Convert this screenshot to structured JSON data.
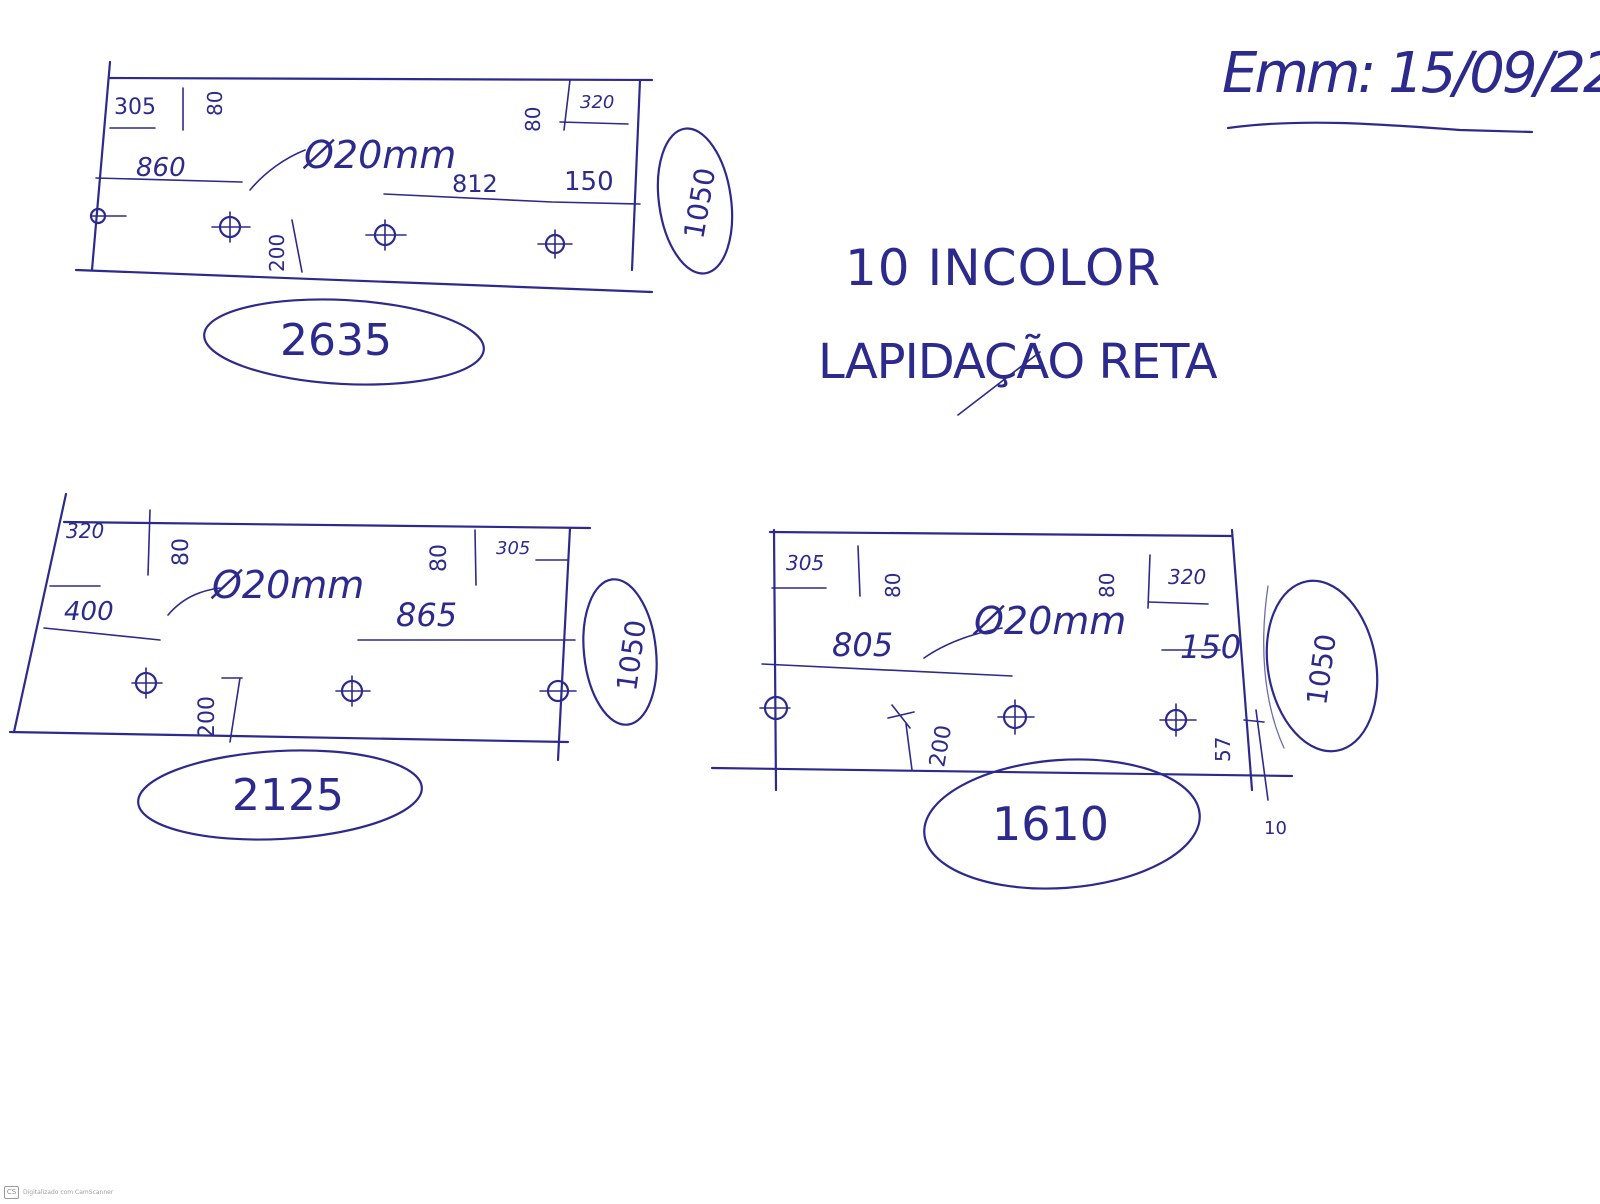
{
  "header": {
    "date_note": "Emm: 15/09/22"
  },
  "notes": {
    "line1": "10 INCOLOR",
    "line2": "LAPIDAÇÃO RETA"
  },
  "drawings": [
    {
      "total_length": "2635",
      "height": "1050",
      "edge_left": "305",
      "edge_left_v": "80",
      "edge_right": "320",
      "edge_right_v": "80",
      "hole_label": "Ø20mm",
      "dim_a": "860",
      "dim_b": "812",
      "dim_c": "150",
      "dim_bottom": "200"
    },
    {
      "total_length": "2125",
      "height": "1050",
      "edge_left": "320",
      "edge_left_v": "80",
      "edge_right": "305",
      "edge_right_v": "80",
      "hole_label": "Ø20mm",
      "dim_a": "400",
      "dim_b": "865",
      "dim_bottom": "200"
    },
    {
      "total_length": "1610",
      "height": "1050",
      "edge_left": "305",
      "edge_left_v": "80",
      "edge_right": "320",
      "edge_right_v": "80",
      "hole_label": "Ø20mm",
      "dim_a": "805",
      "dim_c": "150",
      "dim_bottom": "200",
      "dim_side": "57",
      "dim_corner": "10"
    }
  ],
  "footer": {
    "scanner_logo": "CS",
    "scanner_text": "Digitalizado com CamScanner"
  }
}
